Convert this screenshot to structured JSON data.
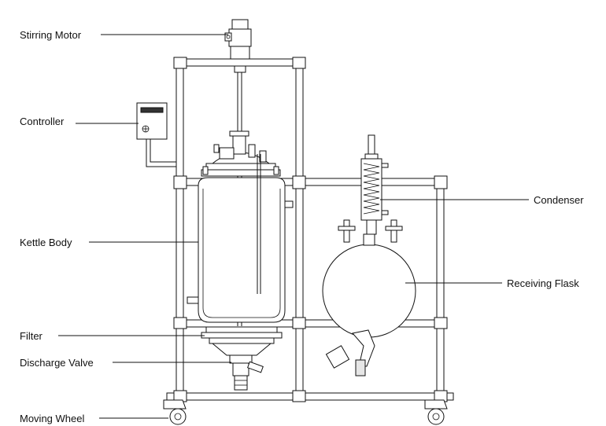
{
  "labels": {
    "stirring_motor": "Stirring Motor",
    "controller": "Controller",
    "kettle_body": "Kettle Body",
    "filter": "Filter",
    "discharge_valve": "Discharge Valve",
    "moving_wheel": "Moving Wheel",
    "condenser": "Condenser",
    "receiving_flask": "Receiving Flask"
  }
}
